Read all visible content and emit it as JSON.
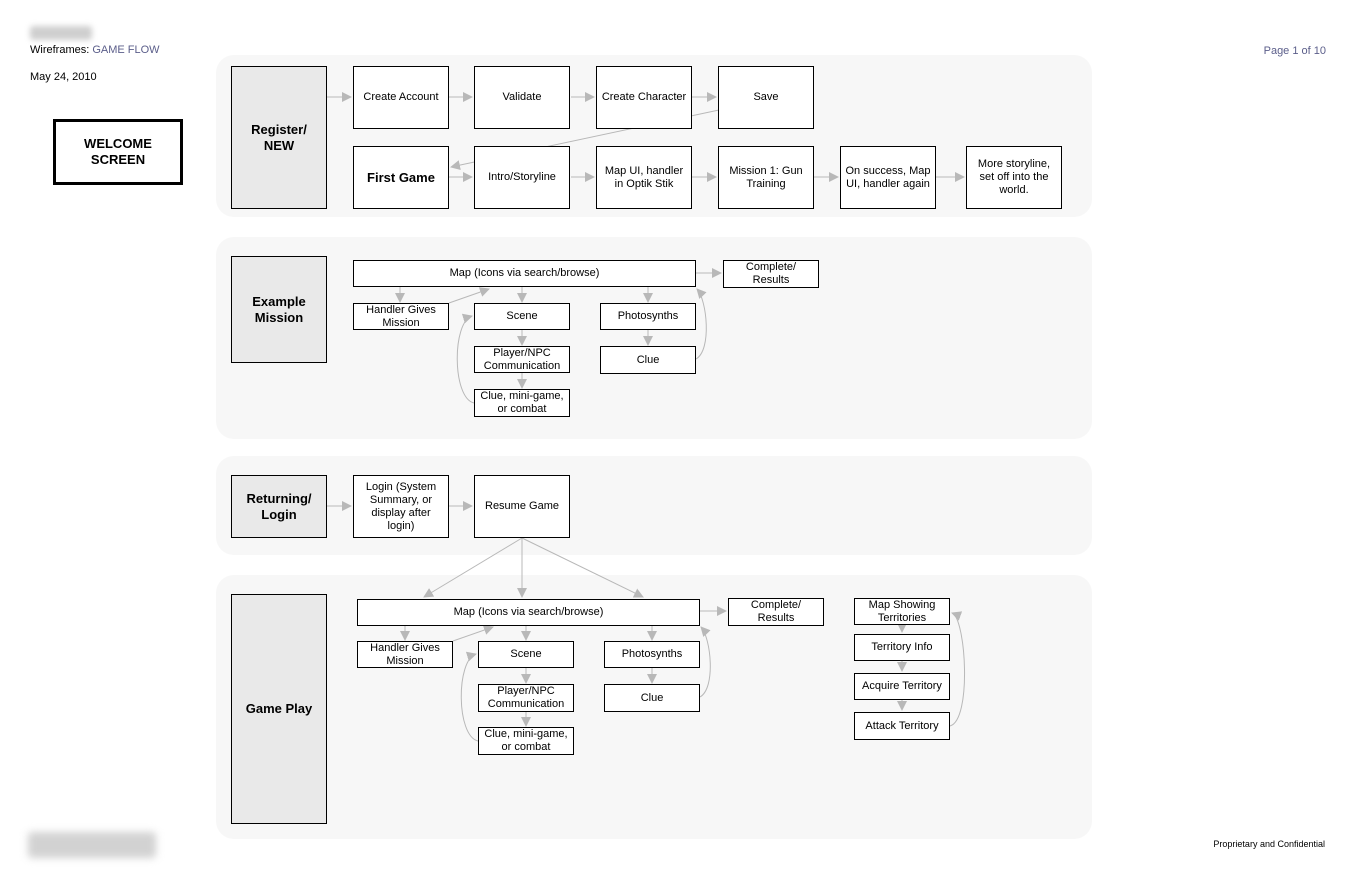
{
  "header": {
    "title_prefix": "Wireframes: ",
    "title_accent": "GAME FLOW",
    "date": "May 24, 2010",
    "page": "Page 1 of 10"
  },
  "footer": {
    "confidential": "Proprietary and Confidential"
  },
  "welcome": "WELCOME SCREEN",
  "sections": {
    "register": "Register/ NEW",
    "example": "Example Mission",
    "returning": "Returning/ Login",
    "gameplay": "Game Play"
  },
  "register": {
    "create_account": "Create Account",
    "validate": "Validate",
    "create_character": "Create Character",
    "save": "Save",
    "first_game": "First Game",
    "intro": "Intro/Storyline",
    "map_ui": "Map UI, handler in Optik Stik",
    "mission1": "Mission 1: Gun Training",
    "on_success": "On success, Map UI, handler again",
    "more_story": "More storyline, set off into the world."
  },
  "example": {
    "map": "Map (Icons via search/browse)",
    "complete": "Complete/ Results",
    "handler": "Handler Gives Mission",
    "scene": "Scene",
    "photosynths": "Photosynths",
    "player_npc": "Player/NPC Communication",
    "clue": "Clue",
    "clue_mini": "Clue, mini-game, or combat"
  },
  "returning": {
    "login": "Login (System Summary, or display after login)",
    "resume": "Resume Game"
  },
  "gameplay": {
    "map": "Map (Icons via search/browse)",
    "complete": "Complete/ Results",
    "handler": "Handler Gives Mission",
    "scene": "Scene",
    "photosynths": "Photosynths",
    "player_npc": "Player/NPC Communication",
    "clue": "Clue",
    "clue_mini": "Clue, mini-game, or combat",
    "map_territories": "Map Showing Territories",
    "territory_info": "Territory Info",
    "acquire": "Acquire Territory",
    "attack": "Attack Territory"
  },
  "colors": {
    "panel": "#f7f7f7",
    "section_fill": "#e9e9e9",
    "arrow": "#b8b8b8",
    "accent": "#5b5e8a"
  }
}
